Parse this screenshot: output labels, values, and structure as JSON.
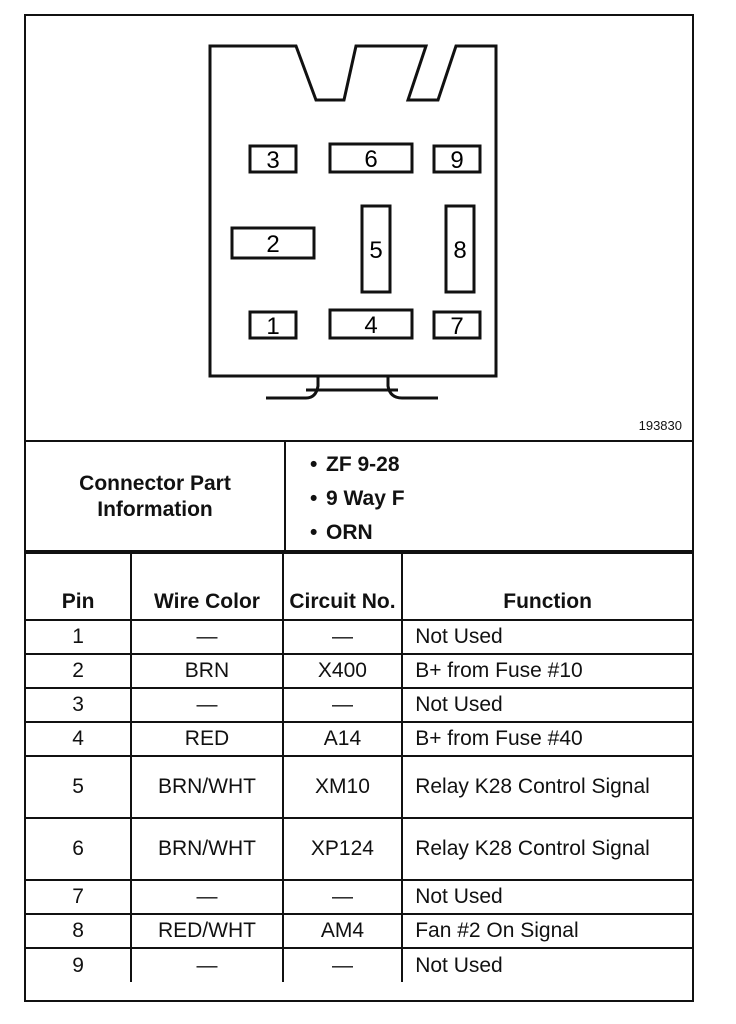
{
  "figure_id": "193830",
  "connector_pins": [
    "3",
    "6",
    "9",
    "2",
    "5",
    "8",
    "1",
    "4",
    "7"
  ],
  "connector_info": {
    "label": "Connector Part Information",
    "items": [
      "ZF 9-28",
      "9 Way F",
      "ORN"
    ]
  },
  "table": {
    "headers": {
      "pin": "Pin",
      "wire_color": "Wire Color",
      "circuit": "Circuit No.",
      "function": "Function"
    },
    "rows": [
      {
        "pin": "1",
        "wire_color": "—",
        "circuit": "—",
        "function": "Not Used"
      },
      {
        "pin": "2",
        "wire_color": "BRN",
        "circuit": "X400",
        "function": "B+ from Fuse #10"
      },
      {
        "pin": "3",
        "wire_color": "—",
        "circuit": "—",
        "function": "Not Used"
      },
      {
        "pin": "4",
        "wire_color": "RED",
        "circuit": "A14",
        "function": "B+ from Fuse #40"
      },
      {
        "pin": "5",
        "wire_color": "BRN/WHT",
        "circuit": "XM10",
        "function": "Relay K28 Control Signal"
      },
      {
        "pin": "6",
        "wire_color": "BRN/WHT",
        "circuit": "XP124",
        "function": "Relay K28 Control Signal"
      },
      {
        "pin": "7",
        "wire_color": "—",
        "circuit": "—",
        "function": "Not Used"
      },
      {
        "pin": "8",
        "wire_color": "RED/WHT",
        "circuit": "AM4",
        "function": "Fan #2 On Signal"
      },
      {
        "pin": "9",
        "wire_color": "—",
        "circuit": "—",
        "function": "Not Used"
      }
    ]
  }
}
